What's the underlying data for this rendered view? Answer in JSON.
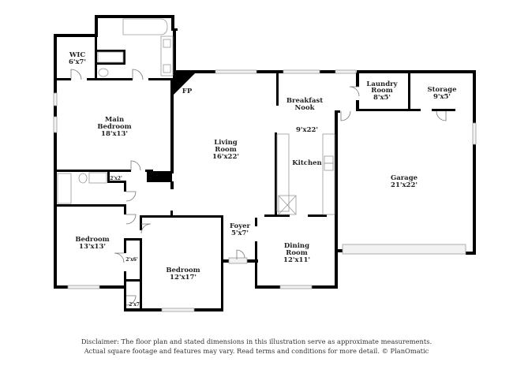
{
  "rooms": {
    "wic": {
      "name": "WIC",
      "dim": "6'x7'"
    },
    "main_bedroom": {
      "name_line1": "Main",
      "name_line2": "Bedroom",
      "dim": "18'x13'"
    },
    "fireplace": {
      "name": "FP"
    },
    "living_room": {
      "name_line1": "Living",
      "name_line2": "Room",
      "dim": "16'x22'"
    },
    "breakfast_nook": {
      "name_line1": "Breakfast",
      "name_line2": "Nook"
    },
    "kitchen": {
      "name": "Kitchen",
      "dim": "9'x22'"
    },
    "laundry_room": {
      "name_line1": "Laundry",
      "name_line2": "Room",
      "dim": "8'x5'"
    },
    "storage": {
      "name": "Storage",
      "dim": "9'x5'"
    },
    "garage": {
      "name": "Garage",
      "dim": "21'x22'"
    },
    "hall_closet": {
      "dim": "2'x2'"
    },
    "bedroom_2": {
      "name": "Bedroom",
      "dim": "13'x13'"
    },
    "closet_2": {
      "dim": "2'x6'"
    },
    "bedroom_3": {
      "name": "Bedroom",
      "dim": "12'x17'"
    },
    "closet_3": {
      "dim": "2'x7'"
    },
    "foyer": {
      "name": "Foyer",
      "dim": "5'x7'"
    },
    "dining_room": {
      "name_line1": "Dining",
      "name_line2": "Room",
      "dim": "12'x11'"
    }
  },
  "disclaimer": {
    "line1": "Disclaimer: The floor plan and stated dimensions in this illustration serve as approximate measurements.",
    "line2": "Actual square footage and features may vary. Read terms and conditions for more detail. © PlanOmatic"
  }
}
